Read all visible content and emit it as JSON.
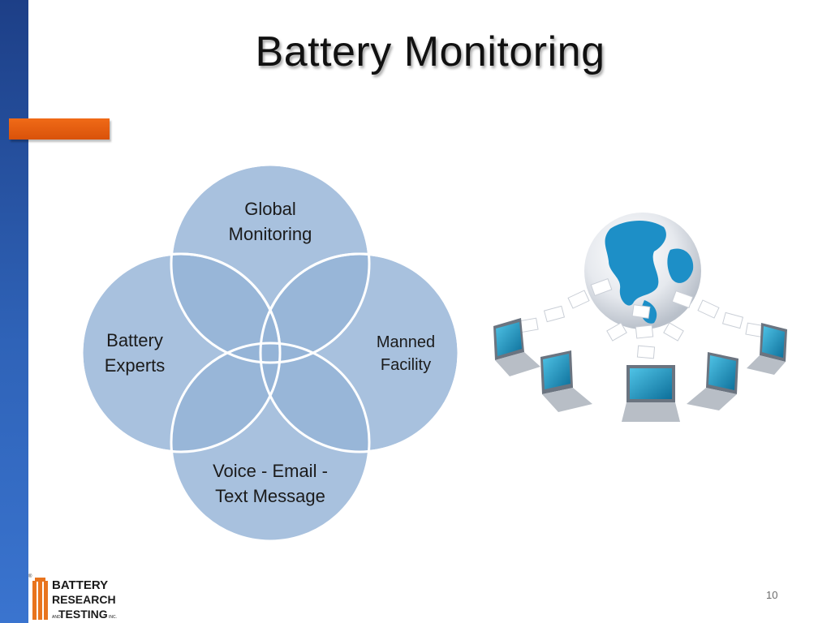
{
  "slide": {
    "title": "Battery Monitoring",
    "slide_number": "10"
  },
  "diagram": {
    "circles": [
      {
        "id": "top",
        "lines": [
          "Global",
          "Monitoring"
        ]
      },
      {
        "id": "right",
        "lines": [
          "Manned",
          "Facility"
        ]
      },
      {
        "id": "left",
        "lines": [
          "Battery",
          "Experts"
        ]
      },
      {
        "id": "bottom",
        "lines": [
          "Voice - Email -",
          "Text Message"
        ]
      }
    ]
  },
  "logo": {
    "text_lines": [
      "BATTERY",
      "RESEARCH",
      "TESTING"
    ],
    "small_text": "AND",
    "suffix": "INC."
  },
  "colors": {
    "sidebar": "#2a5aad",
    "accent": "#e5600f",
    "circle_fill": "#95b3d7",
    "logo_orange": "#e8741e"
  }
}
